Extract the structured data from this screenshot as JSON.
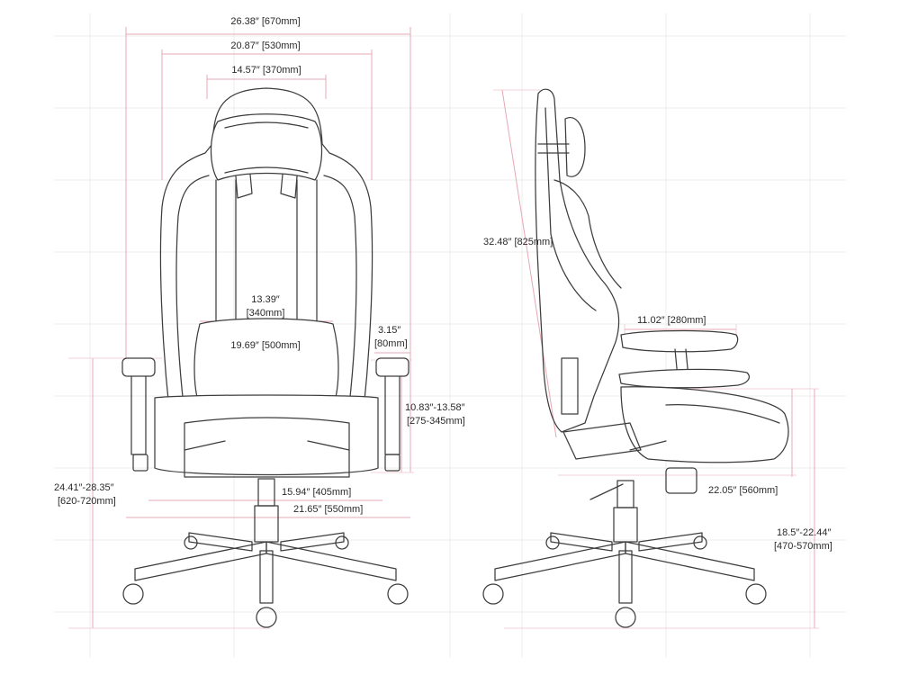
{
  "front_view": {
    "overall_width": "26.38″ [670mm]",
    "backrest_width": "20.87″ [530mm]",
    "headrest_width": "14.57″ [370mm]",
    "lumbar_width_in": "13.39″",
    "lumbar_width_mm": "[340mm]",
    "seat_width": "19.69″ [500mm]",
    "armrest_width_in": "3.15″",
    "armrest_width_mm": "[80mm]",
    "armrest_height_in": "10.83″-13.58″",
    "armrest_height_mm": "[275-345mm]",
    "arm_floor_height_in": "24.41″-28.35″",
    "arm_floor_height_mm": "[620-720mm]",
    "seat_depth": "15.94″ [405mm]",
    "base_width": "21.65″ [550mm]"
  },
  "side_view": {
    "backrest_height": "32.48″ [825mm]",
    "armrest_length": "11.02″ [280mm]",
    "seat_length": "22.05″ [560mm]",
    "seat_height_in": "18.5″-22.44″",
    "seat_height_mm": "[470-570mm]"
  },
  "colors": {
    "dimension_line": "#e7a8b4",
    "chair_outline": "#3d3d3d",
    "grid": "#ececec"
  }
}
